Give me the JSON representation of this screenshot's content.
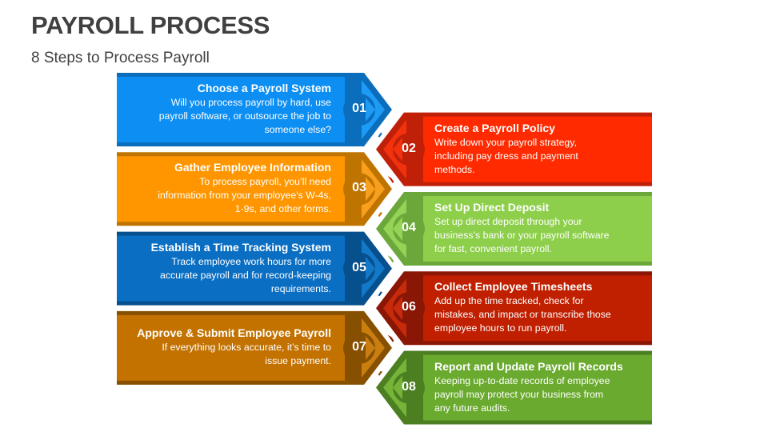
{
  "header": {
    "title": "PAYROLL PROCESS",
    "subtitle": "8 Steps to Process Payroll"
  },
  "steps": [
    {
      "number": "01",
      "title": "Choose a Payroll System",
      "lines": [
        "Will you process payroll by hard, use",
        "payroll software, or outsource the job to",
        "someone else?"
      ],
      "side": "left",
      "colors": {
        "main": "#0D8EF2",
        "dark": "#0A6EBD",
        "chevron": "#1D9BF5"
      }
    },
    {
      "number": "02",
      "title": "Create a Payroll Policy",
      "lines": [
        "Write down your payroll strategy,",
        "including pay dress and payment",
        "methods."
      ],
      "side": "right",
      "colors": {
        "main": "#FF2A00",
        "dark": "#C01F08",
        "chevron": "#F2320E"
      }
    },
    {
      "number": "03",
      "title": "Gather Employee Information",
      "lines": [
        "To process payroll, you’ll need",
        "information from your employee's W-4s,",
        "1-9s, and other forms."
      ],
      "side": "left",
      "colors": {
        "main": "#FF9600",
        "dark": "#C07400",
        "chevron": "#F8A01E"
      }
    },
    {
      "number": "04",
      "title": "Set Up Direct Deposit",
      "lines": [
        "Set up direct deposit through your",
        "business’s bank or your payroll software",
        "for fast, convenient payroll."
      ],
      "side": "right",
      "colors": {
        "main": "#8DCF4A",
        "dark": "#6BA73A",
        "chevron": "#94D356"
      }
    },
    {
      "number": "05",
      "title": "Establish a Time Tracking System",
      "lines": [
        "Track employee work hours for more",
        "accurate payroll and for record-keeping",
        "requirements."
      ],
      "side": "left",
      "colors": {
        "main": "#0A6EC2",
        "dark": "#07508E",
        "chevron": "#1478C8"
      }
    },
    {
      "number": "06",
      "title": "Collect Employee Timesheets",
      "lines": [
        "Add up the time tracked, check for",
        "mistakes, and impact or transcribe those",
        "employee hours to run payroll."
      ],
      "side": "right",
      "colors": {
        "main": "#C01F00",
        "dark": "#8A1605",
        "chevron": "#C82A0C"
      }
    },
    {
      "number": "07",
      "title": "Approve & Submit Employee Payroll",
      "lines": [
        "If everything looks accurate, it’s time to",
        "issue payment."
      ],
      "side": "left",
      "colors": {
        "main": "#C37200",
        "dark": "#875000",
        "chevron": "#CB7E10"
      }
    },
    {
      "number": "08",
      "title": "Report and Update Payroll Records",
      "lines": [
        "Keeping up-to-date records of employee",
        "payroll may protect your business from",
        "any future audits."
      ],
      "side": "right",
      "colors": {
        "main": "#6AAA2E",
        "dark": "#4C7E22",
        "chevron": "#75B438"
      }
    }
  ]
}
